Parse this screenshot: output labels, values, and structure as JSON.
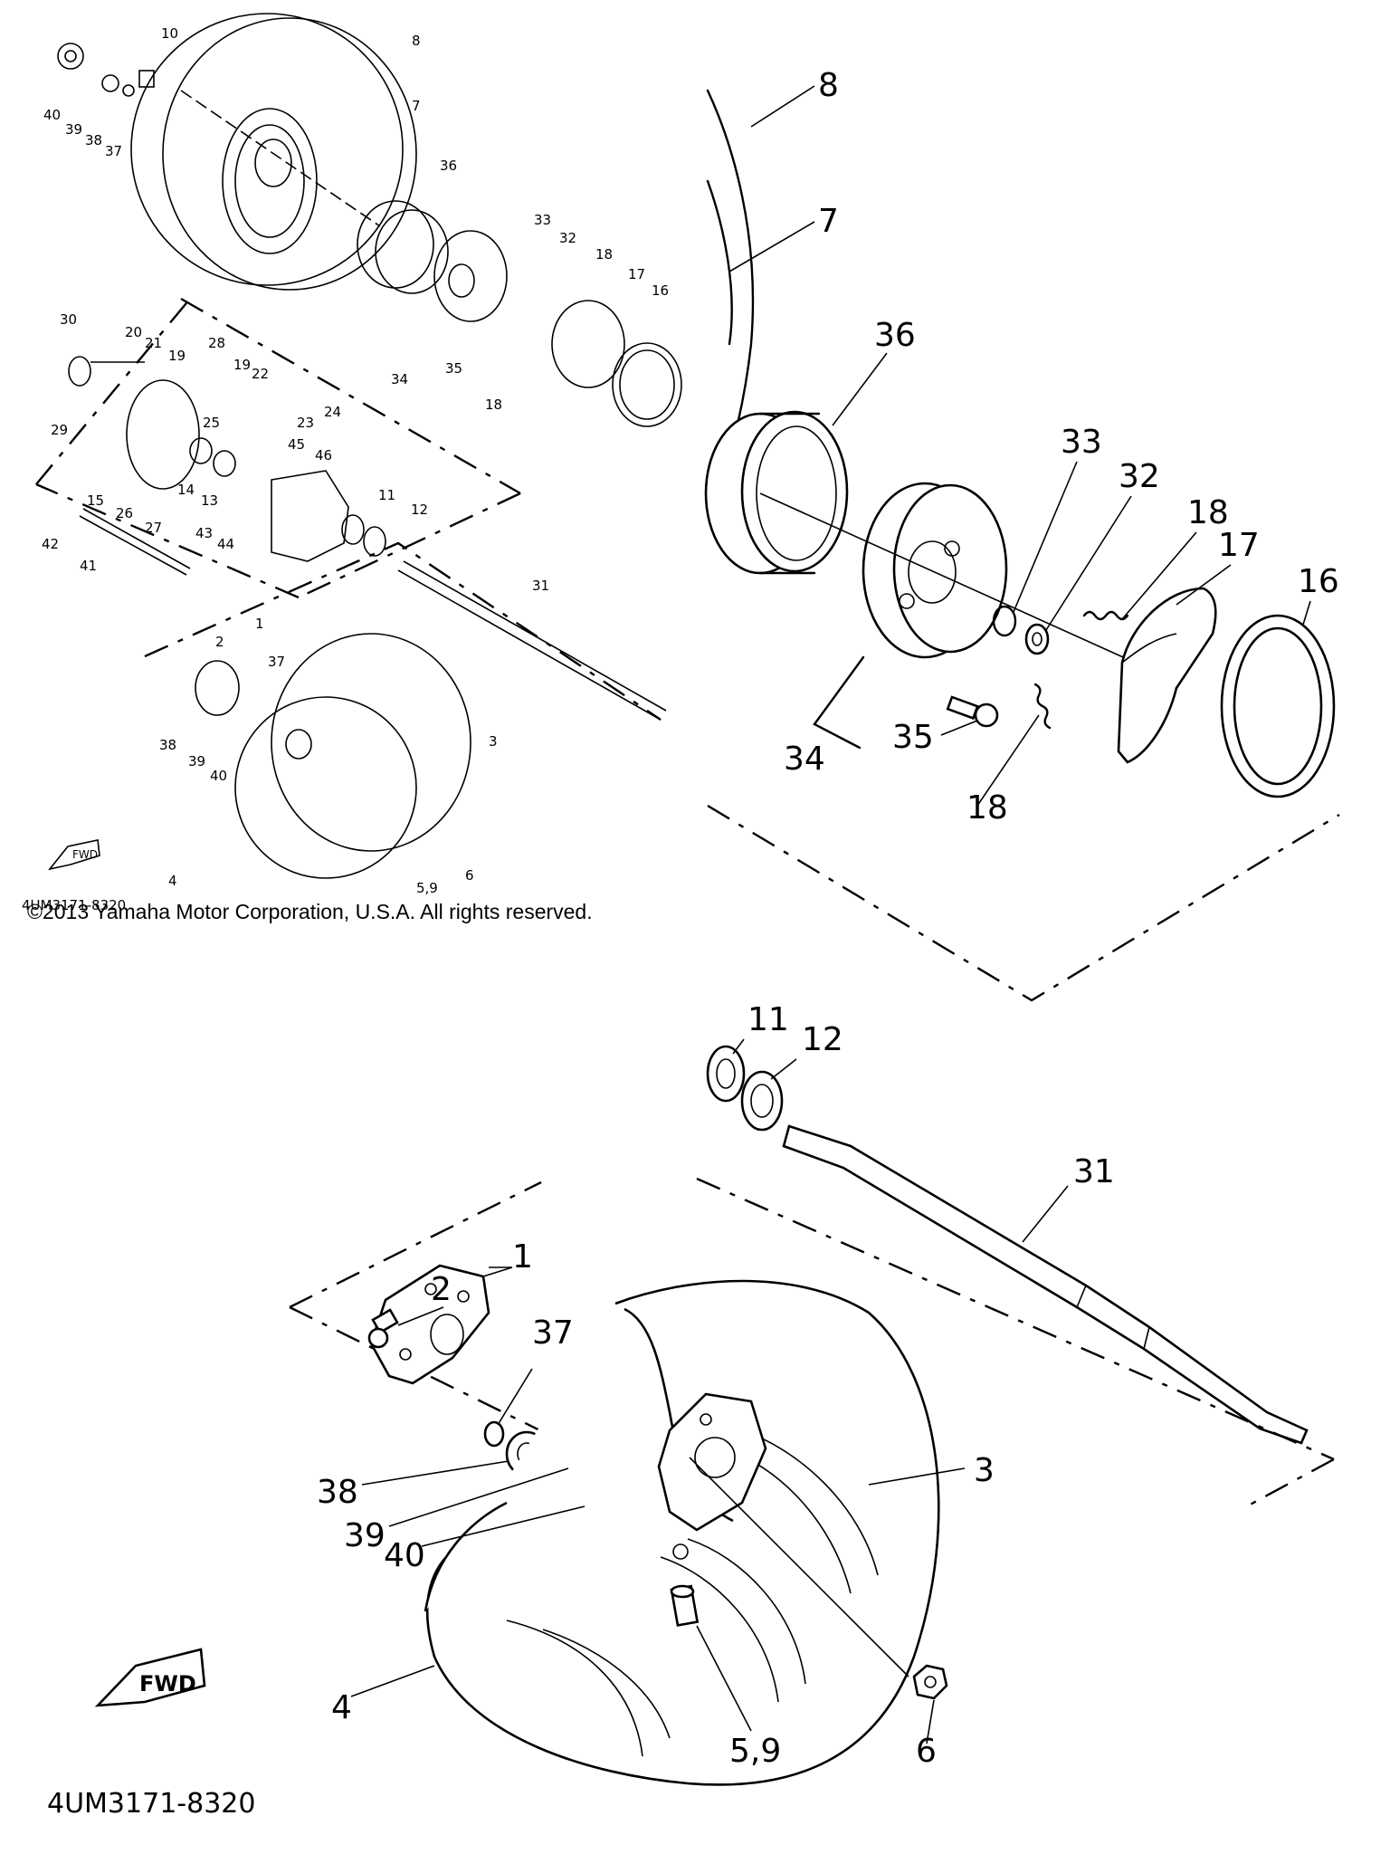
{
  "copyright": "©2013 Yamaha Motor Corporation, U.S.A. All rights reserved.",
  "overview": {
    "diagram_code": "4UM3171-8320",
    "fwd_label": "FWD",
    "part_numbers": [
      "10",
      "8",
      "7",
      "40",
      "39",
      "38",
      "37",
      "36",
      "33",
      "32",
      "18",
      "17",
      "16",
      "30",
      "20",
      "21",
      "19",
      "28",
      "19",
      "22",
      "29",
      "25",
      "23",
      "24",
      "45",
      "46",
      "35",
      "34",
      "18",
      "14",
      "13",
      "15",
      "11",
      "12",
      "26",
      "27",
      "43",
      "44",
      "42",
      "41",
      "31",
      "1",
      "2",
      "37",
      "38",
      "39",
      "40",
      "3",
      "4",
      "6",
      "5,9"
    ]
  },
  "brake_detail": {
    "part_numbers": [
      "8",
      "7",
      "36",
      "33",
      "32",
      "18",
      "17",
      "16",
      "34",
      "35",
      "18"
    ]
  },
  "wheel_detail": {
    "diagram_code": "4UM3171-8320",
    "fwd_label": "FWD",
    "part_numbers": [
      "11",
      "12",
      "31",
      "1",
      "2",
      "37",
      "38",
      "39",
      "40",
      "3",
      "4",
      "5,9",
      "6"
    ]
  }
}
